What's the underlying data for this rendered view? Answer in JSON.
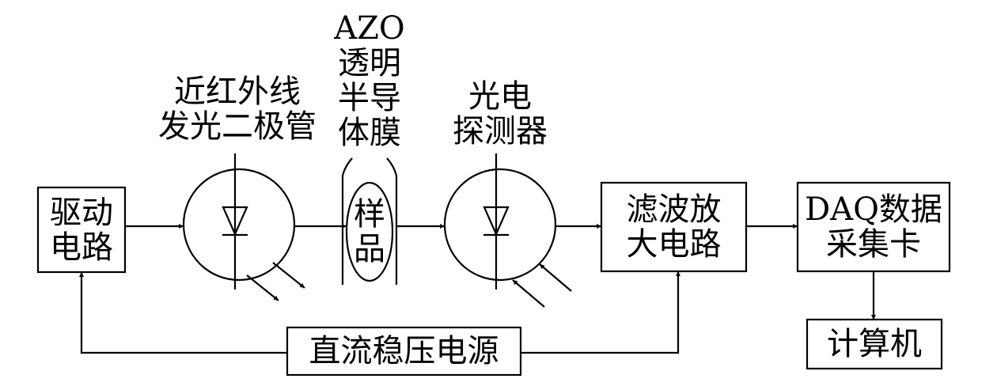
{
  "blocks": {
    "driver": [
      "驱动",
      "电路"
    ],
    "filter_amp": [
      "滤波放",
      "大电路"
    ],
    "daq": [
      "DAQ数据",
      "采集卡"
    ],
    "computer": "计算机",
    "power": "直流稳压电源"
  },
  "labels": {
    "led": [
      "近红外线",
      "发光二极管"
    ],
    "film": [
      "AZO",
      "透明",
      "半导",
      "体膜"
    ],
    "sample": [
      "样",
      "品"
    ],
    "detector": [
      "光电",
      "探测器"
    ]
  }
}
